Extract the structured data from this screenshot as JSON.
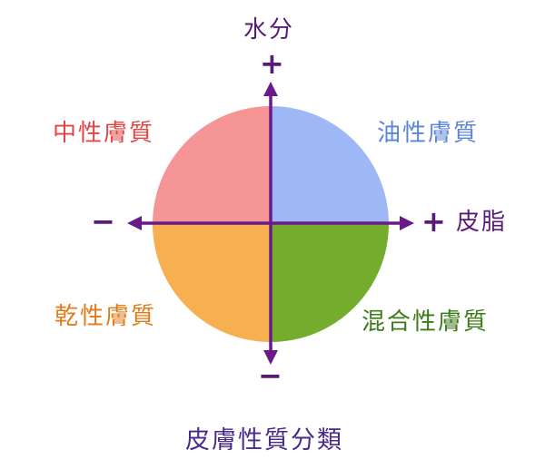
{
  "title": "皮膚性質分類",
  "axes": {
    "vertical": {
      "label": "水分",
      "plus": "+",
      "minus": "−"
    },
    "horizontal": {
      "label": "皮脂",
      "plus": "+",
      "minus": "−"
    }
  },
  "quadrants": {
    "top_left": {
      "label": "中性膚質",
      "color": "#f59596"
    },
    "top_right": {
      "label": "油性膚質",
      "color": "#9eb8f5"
    },
    "bottom_left": {
      "label": "乾性膚質",
      "color": "#f7b04f"
    },
    "bottom_right": {
      "label": "混合性膚質",
      "color": "#74ad2e"
    }
  },
  "label_colors": {
    "top_left": "#e04545",
    "top_right": "#5b86d8",
    "bottom_left": "#e07b18",
    "bottom_right": "#3c7a1a",
    "axis": "#5a1a78",
    "title": "#4a2a8a"
  },
  "axis_color": "#6a1b8a"
}
